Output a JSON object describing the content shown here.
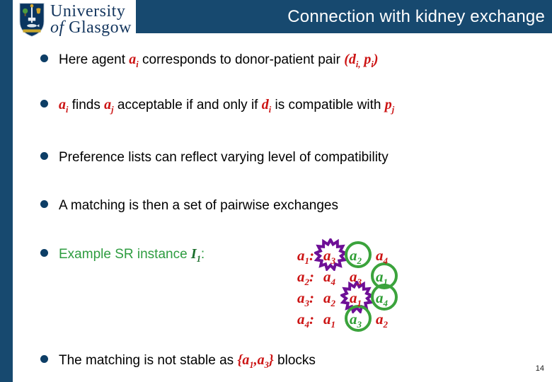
{
  "colors": {
    "accent_navy": "#17496F",
    "brand_navy": "#003865",
    "bullet_navy": "#0D3E66",
    "variable_red": "#CC1414",
    "green_text": "#2E9C40",
    "instance_green": "#1B6E2D",
    "matched_circle_green": "#3BA33C",
    "blocking_star_purple": "#6E0F96"
  },
  "header": {
    "title": "Connection with kidney exchange",
    "logo": {
      "line1": "University",
      "line2_of": "of",
      "line2_name": "Glasgow"
    }
  },
  "slide": {
    "page_number": "14"
  },
  "bullets": [
    {
      "segments": [
        {
          "t": "Here agent "
        },
        {
          "t": "a",
          "sub": "i",
          "k": "var"
        },
        {
          "t": " corresponds to donor-patient pair "
        },
        {
          "t": "(d",
          "sub": "i,",
          "k": "var"
        },
        {
          "t": " p",
          "sub": "i",
          "k": "var"
        },
        {
          "t": ")",
          "k": "var"
        }
      ]
    },
    {
      "segments": [
        {
          "t": "a",
          "sub": "i",
          "k": "var"
        },
        {
          "t": " finds "
        },
        {
          "t": "a",
          "sub": "j",
          "k": "var"
        },
        {
          "t": " acceptable if and only if "
        },
        {
          "t": "d",
          "sub": "i",
          "k": "var"
        },
        {
          "t": " is compatible with "
        },
        {
          "t": "p",
          "sub": "j",
          "k": "var"
        }
      ]
    },
    {
      "segments": [
        {
          "t": "Preference lists can reflect varying level of compatibility"
        }
      ]
    },
    {
      "segments": [
        {
          "t": "A matching is then a set of pairwise exchanges"
        }
      ]
    },
    {
      "segments": [
        {
          "t": "Example SR instance ",
          "k": "green"
        },
        {
          "t": "I",
          "sub": "1",
          "k": "gvar"
        },
        {
          "t": ":",
          "k": "green"
        }
      ]
    },
    {
      "segments": [
        {
          "t": "The matching is not stable as "
        },
        {
          "t": "{",
          "k": "var"
        },
        {
          "t": "a",
          "sub": "1",
          "k": "var"
        },
        {
          "t": ",",
          "k": "var"
        },
        {
          "t": "a",
          "sub": "3",
          "k": "var"
        },
        {
          "t": "}",
          "k": "var"
        },
        {
          "t": " blocks"
        }
      ]
    }
  ],
  "prefs": {
    "rows": [
      {
        "owner": {
          "base": "a",
          "sub": "1"
        },
        "entries": [
          {
            "base": "a",
            "sub": "3",
            "mark": "blocking"
          },
          {
            "base": "a",
            "sub": "2",
            "mark": "matched"
          },
          {
            "base": "a",
            "sub": "4"
          }
        ]
      },
      {
        "owner": {
          "base": "a",
          "sub": "2"
        },
        "entries": [
          {
            "base": "a",
            "sub": "4"
          },
          {
            "base": "a",
            "sub": "3"
          },
          {
            "base": "a",
            "sub": "1",
            "mark": "matched"
          }
        ]
      },
      {
        "owner": {
          "base": "a",
          "sub": "3"
        },
        "entries": [
          {
            "base": "a",
            "sub": "2"
          },
          {
            "base": "a",
            "sub": "1",
            "mark": "blocking"
          },
          {
            "base": "a",
            "sub": "4",
            "mark": "matched"
          }
        ]
      },
      {
        "owner": {
          "base": "a",
          "sub": "4"
        },
        "entries": [
          {
            "base": "a",
            "sub": "1"
          },
          {
            "base": "a",
            "sub": "3",
            "mark": "matched"
          },
          {
            "base": "a",
            "sub": "2"
          }
        ]
      }
    ]
  }
}
